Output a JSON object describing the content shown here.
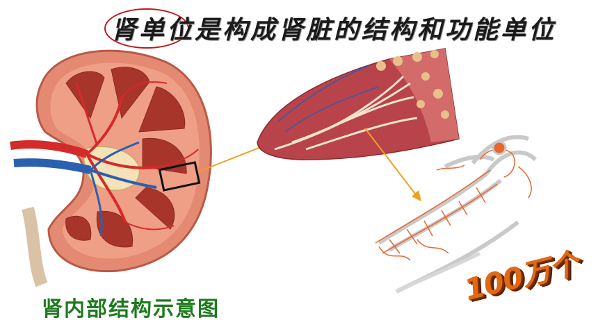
{
  "title": {
    "highlight": "肾单位",
    "rest": "是构成肾脏的结构和功能单位"
  },
  "caption": "肾内部结构示意图",
  "count_label": "100万个",
  "colors": {
    "title_ellipse": "#c0161b",
    "caption": "#1e7a1e",
    "count": "#e06a12",
    "arrow": "#f0a020",
    "artery": "#d42a2a",
    "vein": "#2b5fb0",
    "cortex": "#e8917a",
    "medulla_pyramid": "#a8352a"
  },
  "icons": [
    "kidney-section-illustration",
    "renal-pyramid-zoom-illustration",
    "nephron-illustration",
    "selection-box",
    "pointer-arrow"
  ]
}
